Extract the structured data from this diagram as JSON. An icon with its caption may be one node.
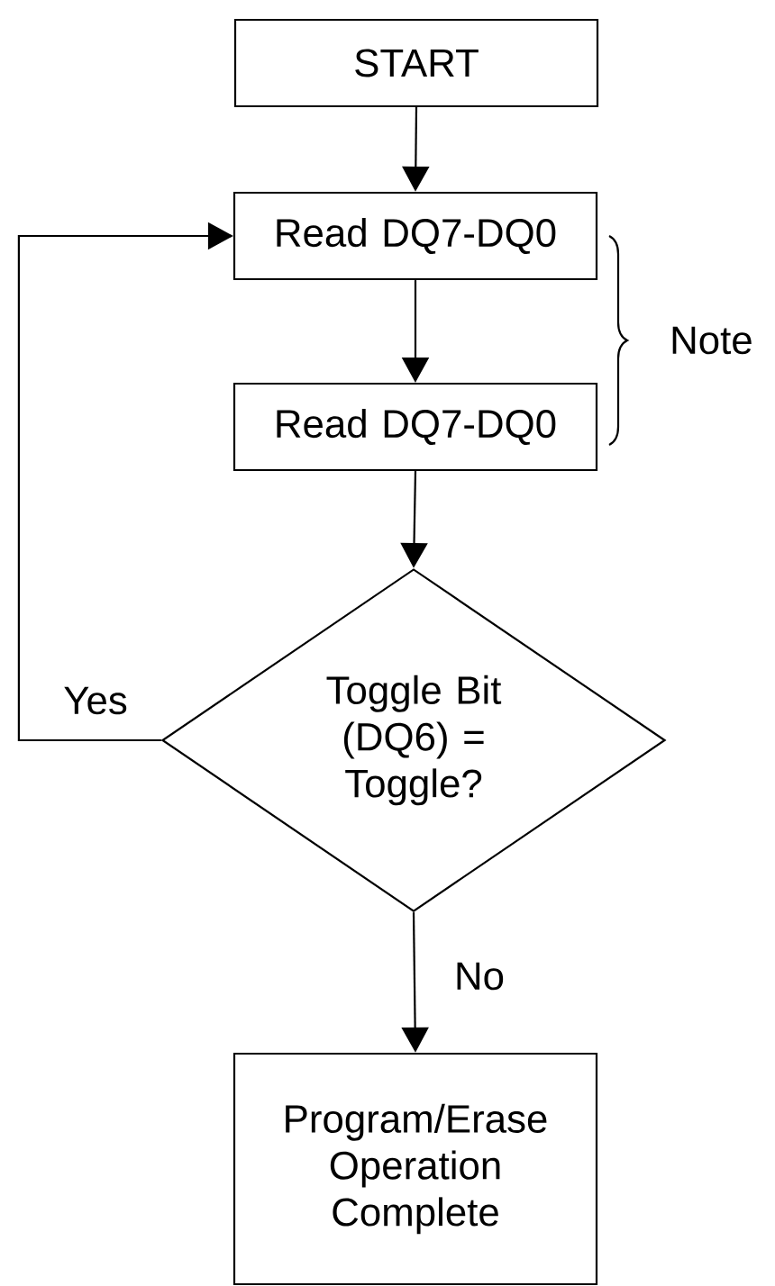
{
  "diagram": {
    "nodes": [
      {
        "text": [
          "START"
        ]
      },
      {
        "text": [
          "Read DQ7-DQ0"
        ]
      },
      {
        "text": [
          "Read DQ7-DQ0"
        ]
      },
      {
        "text": [
          "Toggle Bit (DQ6) = Toggle?"
        ]
      },
      {
        "text": [
          "Program/Erase Operation Complete"
        ]
      }
    ],
    "edges": [
      {
        "from": 0,
        "to": 1,
        "arrow": "to"
      },
      {
        "from": 1,
        "to": 2,
        "arrow": "to"
      },
      {
        "from": 2,
        "to": 3,
        "arrow": "to"
      },
      {
        "from": 3,
        "to": 1,
        "arrow": "to",
        "label": "Yes"
      },
      {
        "from": 3,
        "to": 4,
        "arrow": "to",
        "label": "No"
      }
    ],
    "labels": [
      "Note"
    ]
  }
}
